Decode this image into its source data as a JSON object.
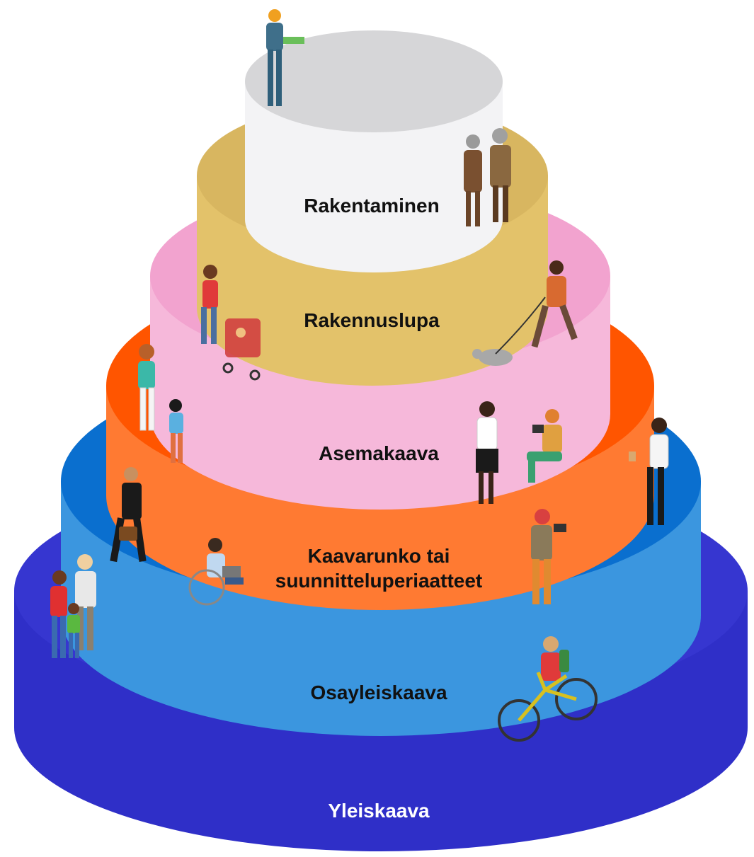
{
  "diagram": {
    "type": "stacked planning levels (layered cake)",
    "tiers": [
      {
        "id": "yleiskaava",
        "label": "Yleiskaava",
        "top": "#3a3ad4",
        "side": "#2f2fc8",
        "text_color": "#ffffff"
      },
      {
        "id": "osayleiskaava",
        "label": "Osayleiskaava",
        "top": "#0a6fcf",
        "side": "#3b96df",
        "text_color": "#111111"
      },
      {
        "id": "kaavarunko",
        "label_line1": "Kaavarunko tai",
        "label_line2": "suunnitteluperiaatteet",
        "top": "#ff5500",
        "side": "#ff7a32",
        "text_color": "#111111"
      },
      {
        "id": "asemakaava",
        "label": "Asemakaava",
        "top": "#f2a3cf",
        "side": "#f6b8da",
        "text_color": "#111111"
      },
      {
        "id": "rakennuslupa",
        "label": "Rakennuslupa",
        "top": "#d8b660",
        "side": "#e3c26a",
        "text_color": "#111111"
      },
      {
        "id": "rakentaminen",
        "label": "Rakentaminen",
        "top": "#d6d6d8",
        "side": "#f3f3f5",
        "text_color": "#111111"
      }
    ],
    "people": [
      "construction-worker",
      "elderly-couple",
      "woman-with-stroller",
      "man-walking-dog",
      "mother-and-child",
      "woman-on-phone",
      "photographer-kneeling",
      "woman-with-coffee",
      "businessman",
      "person-in-wheelchair",
      "family",
      "tourist-photographer",
      "cyclist"
    ]
  }
}
